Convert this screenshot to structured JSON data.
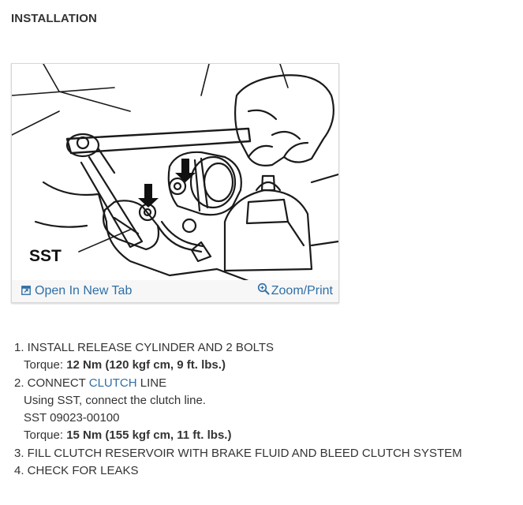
{
  "section": {
    "heading": "INSTALLATION"
  },
  "figure": {
    "sst_label": "SST",
    "open_new_tab": "Open In New Tab",
    "zoom_print": "Zoom/Print"
  },
  "steps": {
    "s1": {
      "title": "1. INSTALL RELEASE CYLINDER AND 2 BOLTS",
      "torque_label": "Torque: ",
      "torque_value": "12 Nm (120 kgf cm, 9 ft. lbs.)"
    },
    "s2": {
      "title_prefix": "2. CONNECT ",
      "title_link": "CLUTCH",
      "title_suffix": " LINE",
      "instruction": "Using SST, connect the clutch line.",
      "sst_part": "SST 09023-00100",
      "torque_label": "Torque: ",
      "torque_value": "15 Nm (155 kgf cm, 11 ft. lbs.)"
    },
    "s3": {
      "title": "3. FILL CLUTCH RESERVOIR WITH BRAKE FLUID AND BLEED CLUTCH SYSTEM"
    },
    "s4": {
      "title": "4. CHECK FOR LEAKS"
    }
  },
  "colors": {
    "text": "#333333",
    "link": "#2f6fa7",
    "caption_bar": "#f7f7f7"
  }
}
